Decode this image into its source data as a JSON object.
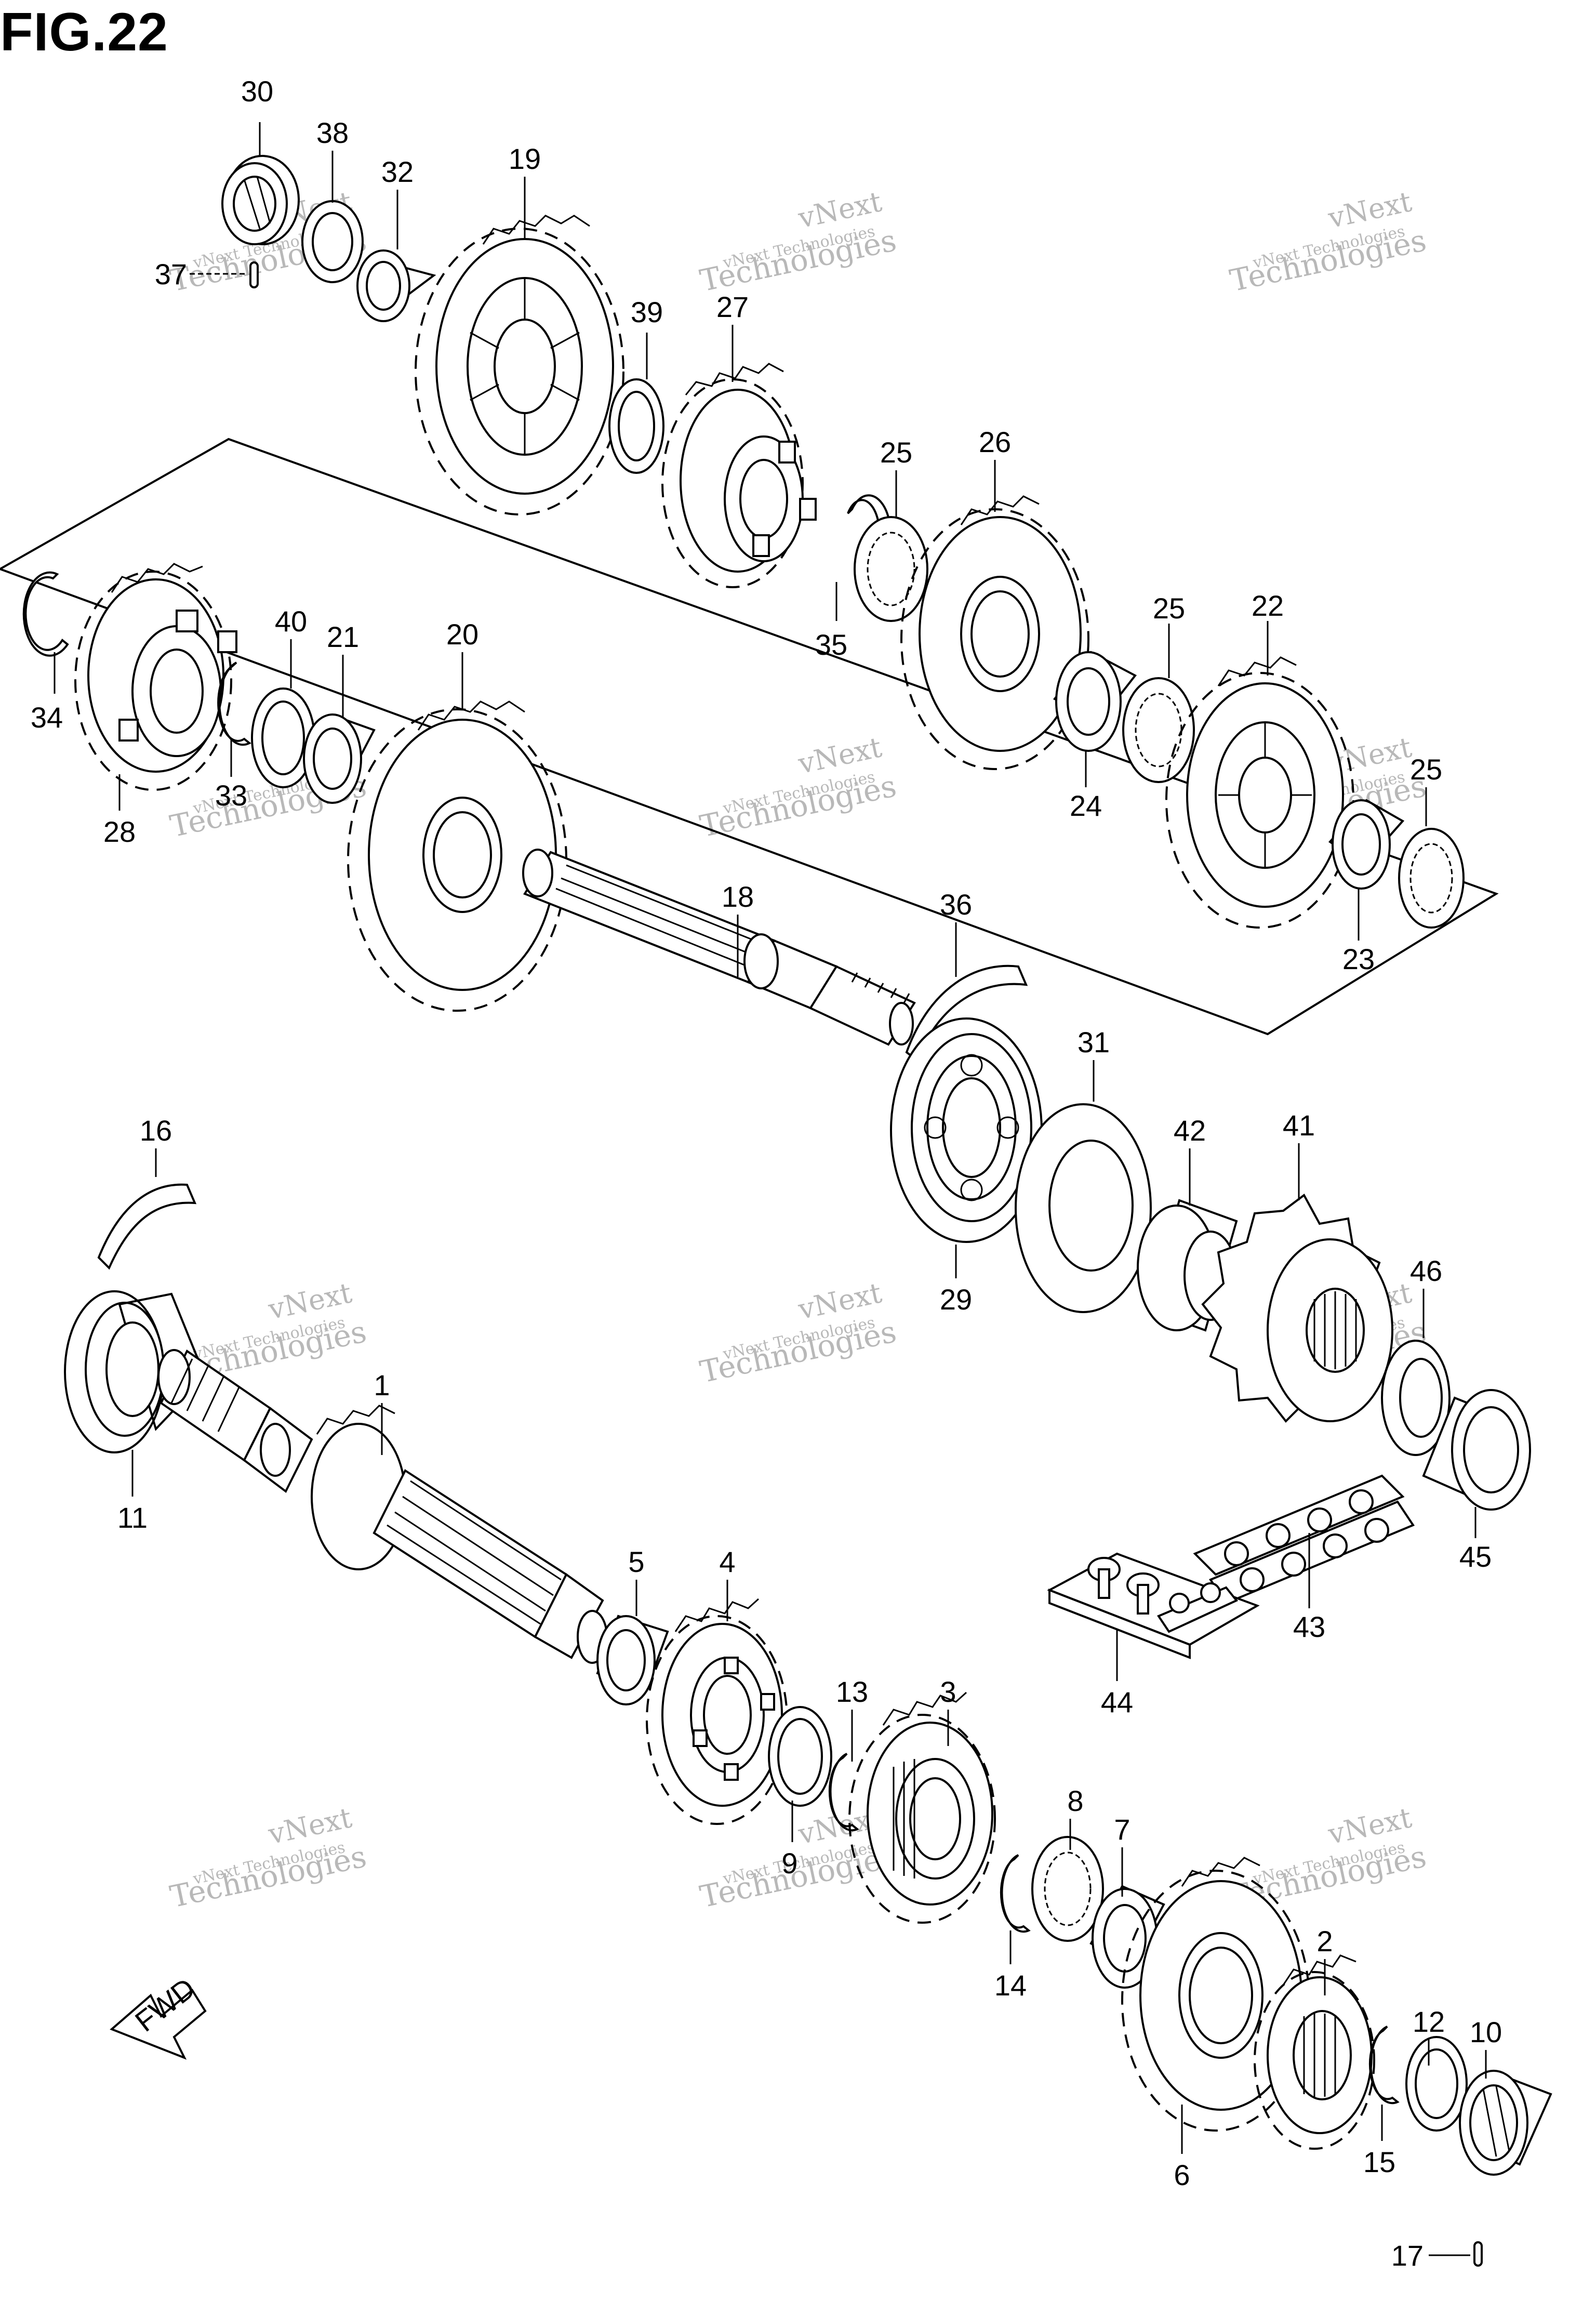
{
  "figure": {
    "title": "FIG.22",
    "fwd_label": "FWD"
  },
  "watermark": {
    "line1": "vNext",
    "line2": "Technologies"
  },
  "callouts": {
    "c1": "1",
    "c2": "2",
    "c3": "3",
    "c4": "4",
    "c5": "5",
    "c6": "6",
    "c7": "7",
    "c8": "8",
    "c9": "9",
    "c10": "10",
    "c11": "11",
    "c12": "12",
    "c13": "13",
    "c14": "14",
    "c15": "15",
    "c16": "16",
    "c17": "17",
    "c18": "18",
    "c19": "19",
    "c20": "20",
    "c21": "21",
    "c22": "22",
    "c23": "23",
    "c24": "24",
    "c25a": "25",
    "c25b": "25",
    "c25c": "25",
    "c26": "26",
    "c27": "27",
    "c28": "28",
    "c29": "29",
    "c30": "30",
    "c31": "31",
    "c32": "32",
    "c33": "33",
    "c34": "34",
    "c35": "35",
    "c36": "36",
    "c37": "37",
    "c38": "38",
    "c39": "39",
    "c40": "40",
    "c41": "41",
    "c42": "42",
    "c43": "43",
    "c44": "44",
    "c45": "45",
    "c46": "46"
  }
}
